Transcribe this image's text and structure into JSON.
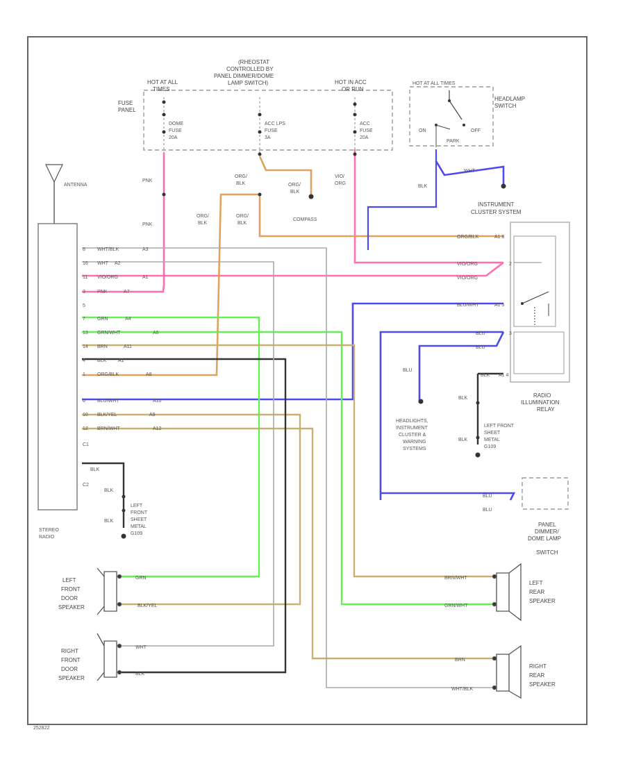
{
  "colors": {
    "frame": "#555555",
    "pink": "#ff6fb0",
    "orange": "#e0a060",
    "green": "#66ee55",
    "blue": "#4a4aee",
    "tan": "#c8b070",
    "black": "#333333",
    "gray": "#aaaaaa",
    "dashed": "#888888"
  },
  "top": {
    "rheostat": [
      "(RHEOSTAT",
      "CONTROLLED BY",
      "PANEL DIMMER/DOME",
      "LAMP SWITCH)"
    ],
    "hot_at_all_times": [
      "HOT AT ALL",
      "TIMES"
    ],
    "hot_in_acc": [
      "HOT IN ACC",
      "OR RUN"
    ],
    "hot_at_all_times_hl": "HOT AT ALL TIMES",
    "fuse_panel": [
      "FUSE",
      "PANEL"
    ],
    "fuse_dome": [
      "DOME",
      "FUSE",
      "20A"
    ],
    "fuse_acc_lps": [
      "ACC LPS",
      "FUSE",
      "3A"
    ],
    "fuse_acc": [
      "ACC",
      "FUSE",
      "20A"
    ],
    "headlamp_switch": [
      "HEADLAMP",
      "SWITCH"
    ],
    "hl_on": "ON",
    "hl_off": "OFF",
    "hl_park": "PARK"
  },
  "wires": {
    "pnk1": "PNK",
    "pnk2": "PNK",
    "org_blk_1": [
      "ORG/",
      "BLK"
    ],
    "org_blk_2": [
      "ORG/",
      "BLK"
    ],
    "org_blk_3": [
      "ORG/",
      "BLK"
    ],
    "org_blk_4": [
      "ORG/",
      "BLK"
    ],
    "vio_org": [
      "VIO/",
      "ORG"
    ],
    "compass": "COMPASS",
    "blk_hl": "BLK",
    "wht_hl": "WHT",
    "blu_left": "BLU",
    "blk_relay": "BLK",
    "blk_relay2": "BLK"
  },
  "antenna": "ANTENNA",
  "instrument_cluster": [
    "INSTRUMENT",
    "CLUSTER SYSTEM"
  ],
  "radio_connector_c1": [
    {
      "pin": "8",
      "wire": "WHT/BLK",
      "code": "A3"
    },
    {
      "pin": "16",
      "wire": "WHT",
      "code": "A2"
    },
    {
      "pin": "11",
      "wire": "VIO/ORG",
      "code": "A1"
    },
    {
      "pin": "3",
      "wire": "PNK",
      "code": "A7"
    },
    {
      "pin": "5",
      "wire": "",
      "code": ""
    },
    {
      "pin": "7",
      "wire": "GRN",
      "code": "A4"
    },
    {
      "pin": "13",
      "wire": "GRN/WHT",
      "code": "A6"
    },
    {
      "pin": "14",
      "wire": "BRN",
      "code": "A11"
    },
    {
      "pin": "4",
      "wire": "BLK",
      "code": "A1"
    },
    {
      "pin": "1",
      "wire": "ORG/BLK",
      "code": "A8"
    },
    {
      "pin": "6",
      "wire": "BLU/WHT",
      "code": "A10"
    },
    {
      "pin": "10",
      "wire": "BLK/YEL",
      "code": "A9"
    },
    {
      "pin": "12",
      "wire": "BRN/WHT",
      "code": "A12"
    }
  ],
  "c1_label": "C1",
  "c2_label": "C2",
  "c2_wire": "BLK",
  "c2_wire_b": "BLK",
  "c2_wire_c": "BLK",
  "stereo_radio": [
    "STEREO",
    "RADIO"
  ],
  "radio_ground": [
    "LEFT",
    "FRONT",
    "SHEET",
    "METAL",
    "G109"
  ],
  "ic_pins": [
    {
      "wire": "ORG/BLK",
      "pin": "A1 8"
    },
    {
      "wire": "VIO/ORG",
      "pin": "2"
    },
    {
      "wire": "VIO/ORG",
      "pin": ""
    },
    {
      "wire": "BLU/WHT",
      "pin": "A1 5"
    },
    {
      "wire": "BLU",
      "pin": "3"
    },
    {
      "wire": "BLU",
      "pin": ""
    },
    {
      "wire": "BLK",
      "pin": "A1 4"
    }
  ],
  "radio_relay": [
    "RADIO",
    "ILLUMINATION",
    "RELAY"
  ],
  "headlights": [
    "HEADLIGHTS,",
    "INSTRUMENT",
    "CLUSTER &",
    "WARNING",
    "SYSTEMS"
  ],
  "relay_ground": [
    "LEFT FRONT",
    "SHEET",
    "METAL",
    "G109"
  ],
  "dimmer_wires": [
    "BLU",
    "BLU"
  ],
  "panel_dimmer": [
    "PANEL",
    "DIMMER/",
    "DOME LAMP",
    "SWITCH"
  ],
  "left_front_speaker": [
    "LEFT",
    "FRONT",
    "DOOR",
    "SPEAKER"
  ],
  "lf_wires": [
    "GRN",
    "BLK/YEL"
  ],
  "right_front_speaker": [
    "RIGHT",
    "FRONT",
    "DOOR",
    "SPEAKER"
  ],
  "rf_wires": [
    "WHT",
    "BLK"
  ],
  "left_rear_speaker": [
    "LEFT",
    "REAR",
    "SPEAKER"
  ],
  "lr_wires": [
    "BRN/WHT",
    "GRN/WHT"
  ],
  "right_rear_speaker": [
    "RIGHT",
    "REAR",
    "SPEAKER"
  ],
  "rr_wires": [
    "BRN",
    "WHT/BLK"
  ],
  "figure_id": "252822"
}
